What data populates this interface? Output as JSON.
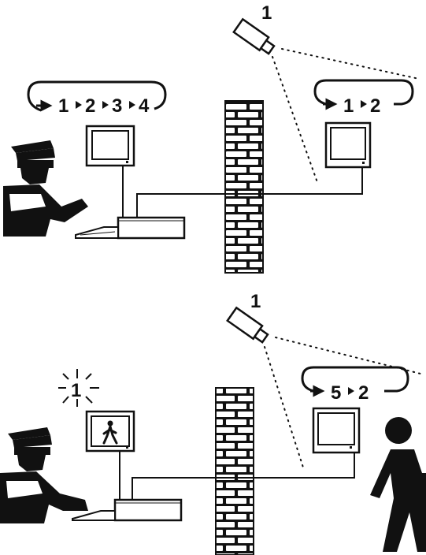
{
  "top_panel": {
    "camera_label": "1",
    "guard_sequence": [
      "1",
      "2",
      "3",
      "4"
    ],
    "remote_sequence": [
      "1",
      "2"
    ]
  },
  "bottom_panel": {
    "camera_label": "1",
    "alarm_label": "1",
    "remote_sequence": [
      "5",
      "2"
    ]
  },
  "colors": {
    "ink": "#111111",
    "background": "#ffffff"
  },
  "icons": [
    "security-guard-icon",
    "cctv-camera-icon",
    "monitor-icon",
    "keyboard-icon",
    "control-unit-icon",
    "brick-wall-icon",
    "walking-person-icon",
    "alarm-burst-icon"
  ]
}
